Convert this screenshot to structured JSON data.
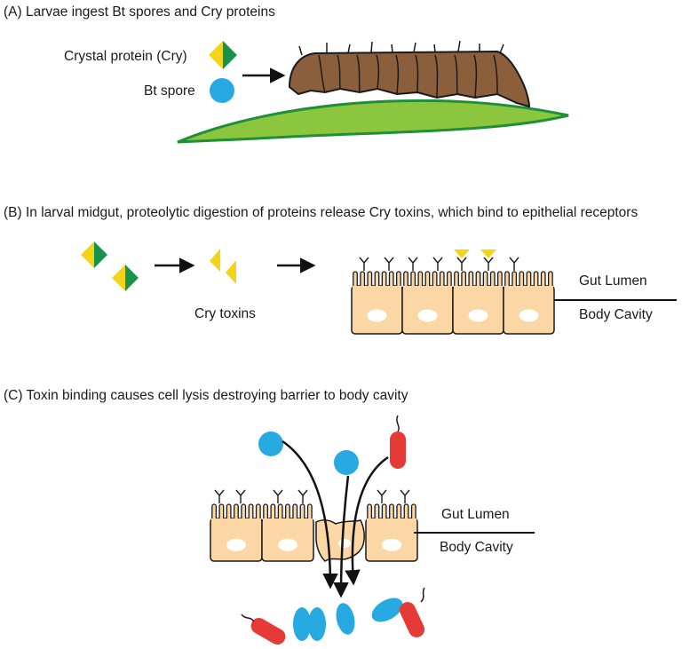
{
  "panel_a": {
    "title": "(A) Larvae ingest Bt spores and Cry proteins",
    "legend_crystal": "Crystal protein (Cry)",
    "legend_spore": "Bt spore"
  },
  "panel_b": {
    "title": "(B) In larval midgut, proteolytic digestion of proteins release Cry toxins, which bind to epithelial receptors",
    "toxin_label": "Cry toxins",
    "gut_lumen": "Gut Lumen",
    "body_cavity": "Body Cavity"
  },
  "panel_c": {
    "title": "(C) Toxin binding causes cell lysis destroying barrier to body cavity",
    "gut_lumen": "Gut Lumen",
    "body_cavity": "Body Cavity"
  },
  "colors": {
    "cry_yellow": "#f3d417",
    "cry_green": "#17944a",
    "spore_blue": "#27a9e1",
    "bacterium_red": "#e63a36",
    "cell_fill": "#fbd7a6",
    "leaf_green": "#8cc63f",
    "larva_brown": "#8b5e3c"
  },
  "icons": [
    "crystal-protein-icon",
    "bt-spore-icon",
    "larva-icon",
    "leaf-icon",
    "receptor-icon",
    "bacterium-icon"
  ]
}
